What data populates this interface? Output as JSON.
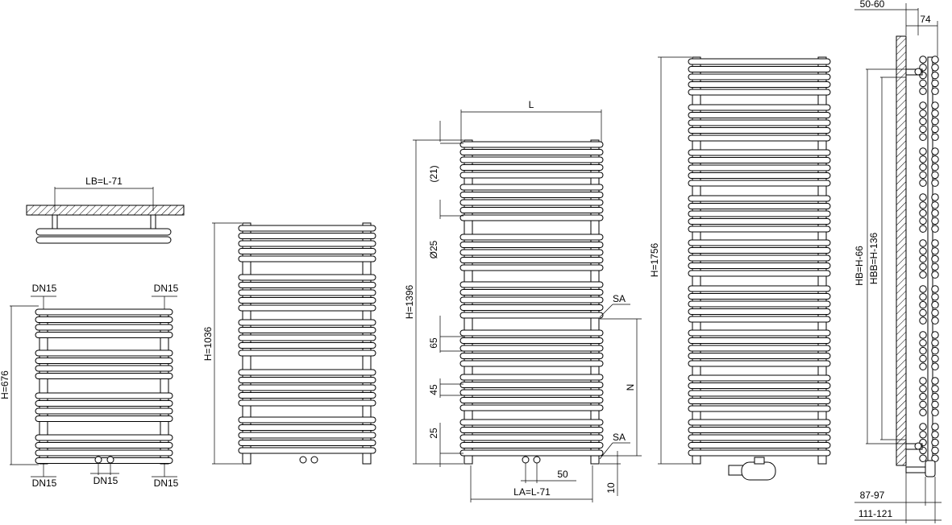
{
  "colors": {
    "line": "#000000",
    "background": "#ffffff"
  },
  "views": {
    "top_view": {
      "lb_label": "LB=L-71"
    },
    "small": {
      "dn15_top_left": "DN15",
      "dn15_top_right": "DN15",
      "dn15_bottom_left": "DN15",
      "dn15_bottom_mid": "DN15",
      "dn15_bottom_right": "DN15",
      "height_label": "H=676"
    },
    "medium": {
      "height_label": "H=1036"
    },
    "large": {
      "width_label": "L",
      "height_label": "H=1396",
      "gap_21": "(21)",
      "diameter": "Ø25",
      "gap_65": "65",
      "gap_45": "45",
      "gap_25": "25",
      "sa_top": "SA",
      "sa_bottom": "SA",
      "n_label": "N",
      "la_label": "LA=L-71",
      "offset_50": "50",
      "offset_10": "10"
    },
    "tall": {
      "height_label": "H=1756"
    },
    "side": {
      "top_dim_1": "50-60",
      "top_dim_2": "74",
      "hb_label": "HB=H-66",
      "hbb_label": "HBB=H-136",
      "bottom_dim_1": "87-97",
      "bottom_dim_2": "111-121"
    }
  }
}
